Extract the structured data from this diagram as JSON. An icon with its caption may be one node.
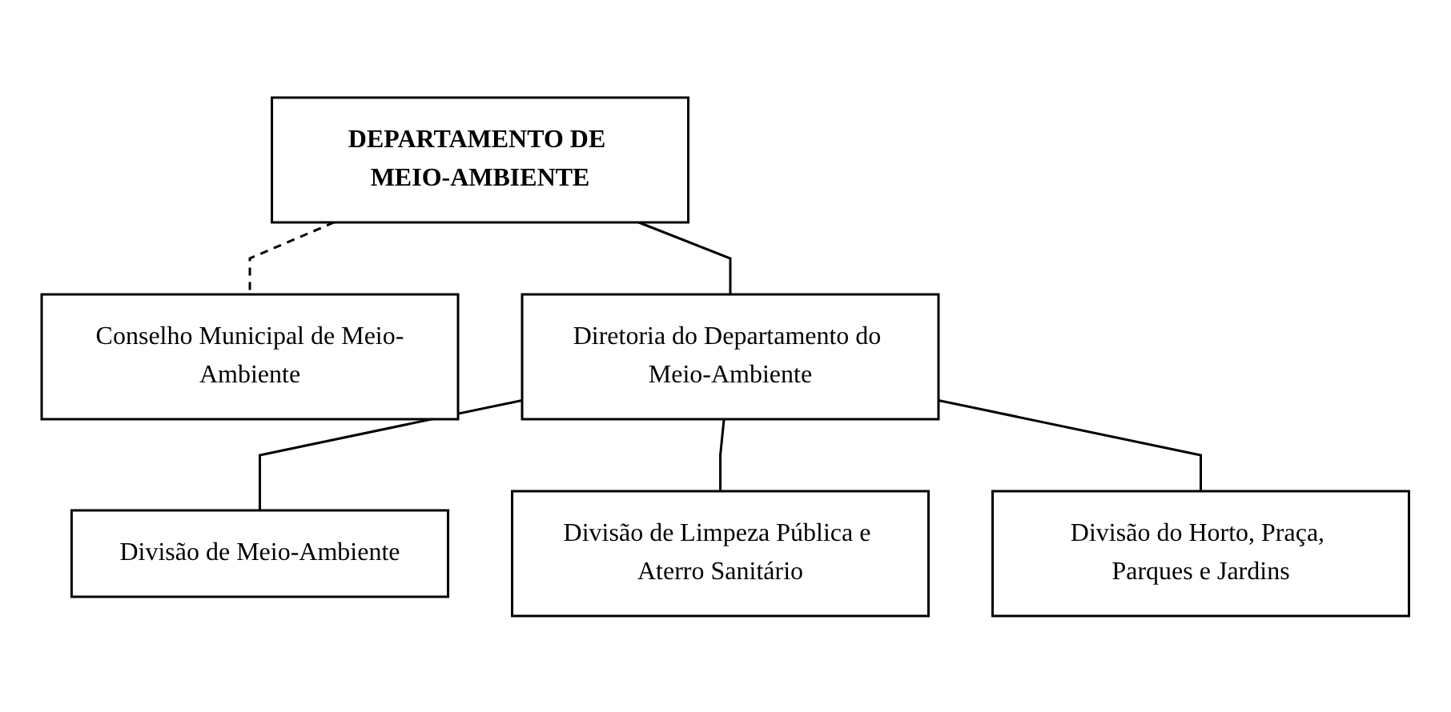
{
  "diagram": {
    "nodes": [
      {
        "text": [
          "DEPARTAMENTO DE MEIO-AMBIENTE"
        ]
      },
      {
        "text": [
          "Conselho Municipal de Meio-Ambiente"
        ]
      },
      {
        "text": [
          "Diretoria do Departamento do Meio-Ambiente"
        ]
      },
      {
        "text": [
          "Divisão de Meio-Ambiente"
        ]
      },
      {
        "text": [
          "Divisão de Limpeza Pública e Aterro Sanitário"
        ]
      },
      {
        "text": [
          "Divisão do Horto, Praça, Parques e Jardins"
        ]
      }
    ],
    "edges": [
      {
        "from": 0,
        "to": 1,
        "arrow": "none",
        "style": "dashed"
      },
      {
        "from": 0,
        "to": 2,
        "arrow": "none"
      },
      {
        "from": 2,
        "to": 3,
        "arrow": "none"
      },
      {
        "from": 2,
        "to": 4,
        "arrow": "none"
      },
      {
        "from": 2,
        "to": 5,
        "arrow": "none"
      }
    ]
  }
}
